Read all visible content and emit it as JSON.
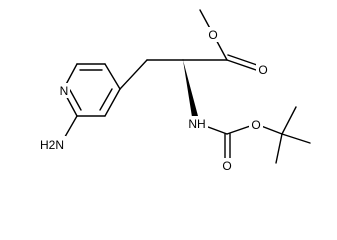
{
  "molecule": {
    "atom_labels": {
      "methoxy_o": "O",
      "carbonyl_o": "O",
      "pyridine_n": "N",
      "nh": "NH",
      "carbamate_o_double": "O",
      "carbamate_o_single": "O",
      "nh2": "H2N"
    }
  }
}
